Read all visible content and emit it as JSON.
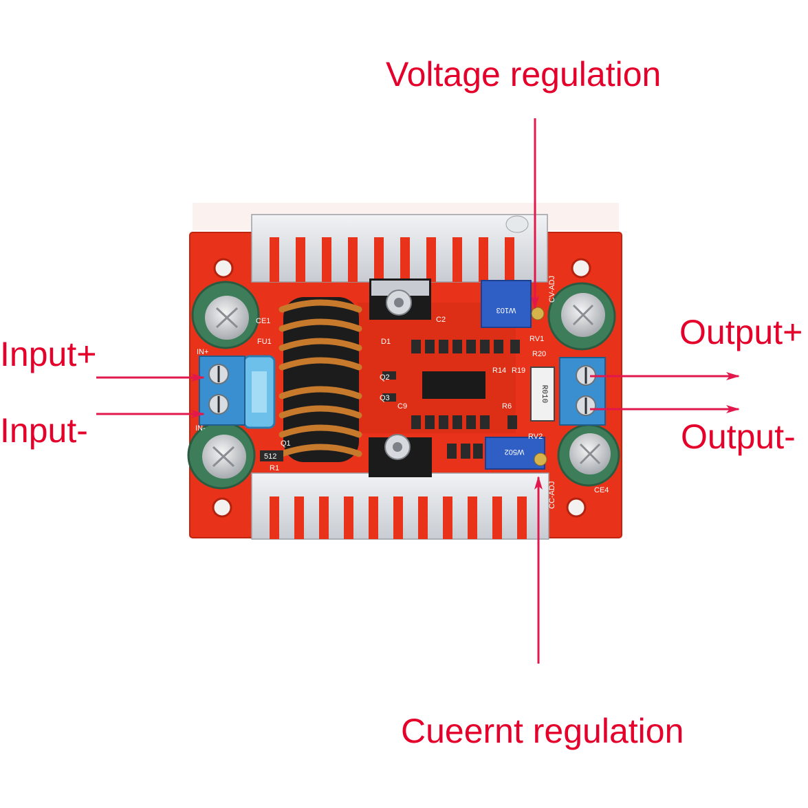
{
  "callouts": {
    "voltage_regulation": "Voltage regulation",
    "current_regulation": "Cueernt regulation",
    "input_plus": "Input+",
    "input_minus": "Input-",
    "output_plus": "Output+",
    "output_minus": "Output-"
  },
  "board": {
    "silkscreen": {
      "in_plus": "IN+",
      "in_minus": "IN-",
      "fuse": "FU1",
      "cap_ce1": "CE1",
      "d1": "D1",
      "q1": "Q1",
      "q2": "Q2",
      "q3": "Q3",
      "r1": "R1",
      "r6": "R6",
      "r14": "R14",
      "r19": "R19",
      "r20": "R20",
      "rv1": "RV1",
      "rv2": "RV2",
      "c2": "C2",
      "c9": "C9",
      "ce4": "CE4",
      "cv_adj": "CV-ADJ",
      "cc_adj": "CC-ADJ",
      "shunt": "R010",
      "pot_top": "W103",
      "pot_bottom": "W502",
      "smd_512": "512"
    }
  },
  "colors": {
    "callout_text": "#e4002b",
    "arrow": "#e2174c",
    "pcb_red": "#e8331a",
    "heatsink": "#d9dde2",
    "terminal_blue": "#3a8fd0",
    "capacitor_green": "#3e7d5a",
    "copper": "#c87a2c",
    "trimmer_blue": "#2f5fc4"
  },
  "icons": [
    "arrow-right-icon",
    "arrow-left-icon",
    "arrow-down-icon",
    "arrow-up-icon"
  ]
}
